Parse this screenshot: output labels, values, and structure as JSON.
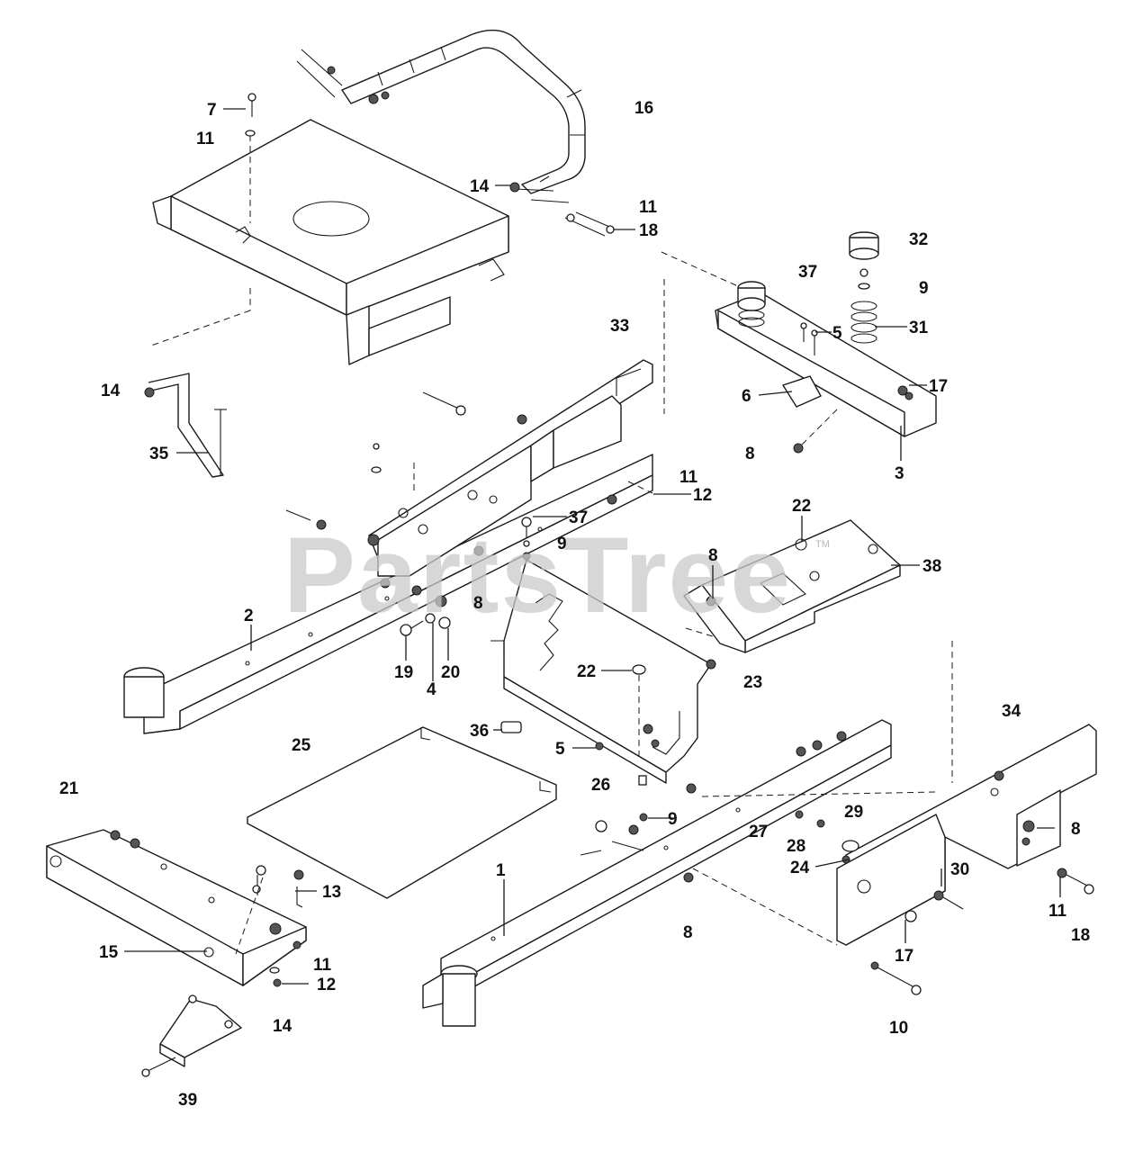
{
  "watermark": {
    "text": "PartsTree",
    "trademark": "TM"
  },
  "callouts": [
    {
      "id": "c7a",
      "label": "7"
    },
    {
      "id": "c11a",
      "label": "11"
    },
    {
      "id": "c16",
      "label": "16"
    },
    {
      "id": "c14a",
      "label": "14"
    },
    {
      "id": "c11b",
      "label": "11"
    },
    {
      "id": "c18a",
      "label": "18"
    },
    {
      "id": "c32",
      "label": "32"
    },
    {
      "id": "c37a",
      "label": "37"
    },
    {
      "id": "c9a",
      "label": "9"
    },
    {
      "id": "c33",
      "label": "33"
    },
    {
      "id": "c5a",
      "label": "5"
    },
    {
      "id": "c31",
      "label": "31"
    },
    {
      "id": "c14b",
      "label": "14"
    },
    {
      "id": "c17a",
      "label": "17"
    },
    {
      "id": "c6",
      "label": "6"
    },
    {
      "id": "c35",
      "label": "35"
    },
    {
      "id": "c8a",
      "label": "8"
    },
    {
      "id": "c3",
      "label": "3"
    },
    {
      "id": "c11c",
      "label": "11"
    },
    {
      "id": "c12a",
      "label": "12"
    },
    {
      "id": "c37b",
      "label": "37"
    },
    {
      "id": "c22a",
      "label": "22"
    },
    {
      "id": "c9b",
      "label": "9"
    },
    {
      "id": "c8b",
      "label": "8"
    },
    {
      "id": "c38",
      "label": "38"
    },
    {
      "id": "c2",
      "label": "2"
    },
    {
      "id": "c8c",
      "label": "8"
    },
    {
      "id": "c19",
      "label": "19"
    },
    {
      "id": "c4",
      "label": "4"
    },
    {
      "id": "c20",
      "label": "20"
    },
    {
      "id": "c22b",
      "label": "22"
    },
    {
      "id": "c23",
      "label": "23"
    },
    {
      "id": "c34",
      "label": "34"
    },
    {
      "id": "c25",
      "label": "25"
    },
    {
      "id": "c36",
      "label": "36"
    },
    {
      "id": "c5b",
      "label": "5"
    },
    {
      "id": "c26",
      "label": "26"
    },
    {
      "id": "c21",
      "label": "21"
    },
    {
      "id": "c9c",
      "label": "9"
    },
    {
      "id": "c27",
      "label": "27"
    },
    {
      "id": "c29",
      "label": "29"
    },
    {
      "id": "c8d",
      "label": "8"
    },
    {
      "id": "c28",
      "label": "28"
    },
    {
      "id": "c24",
      "label": "24"
    },
    {
      "id": "c30",
      "label": "30"
    },
    {
      "id": "c1",
      "label": "1"
    },
    {
      "id": "c13",
      "label": "13"
    },
    {
      "id": "c11d",
      "label": "11"
    },
    {
      "id": "c18b",
      "label": "18"
    },
    {
      "id": "c8e",
      "label": "8"
    },
    {
      "id": "c17b",
      "label": "17"
    },
    {
      "id": "c15",
      "label": "15"
    },
    {
      "id": "c11e",
      "label": "11"
    },
    {
      "id": "c12b",
      "label": "12"
    },
    {
      "id": "c14c",
      "label": "14"
    },
    {
      "id": "c10",
      "label": "10"
    },
    {
      "id": "c39",
      "label": "39"
    }
  ]
}
